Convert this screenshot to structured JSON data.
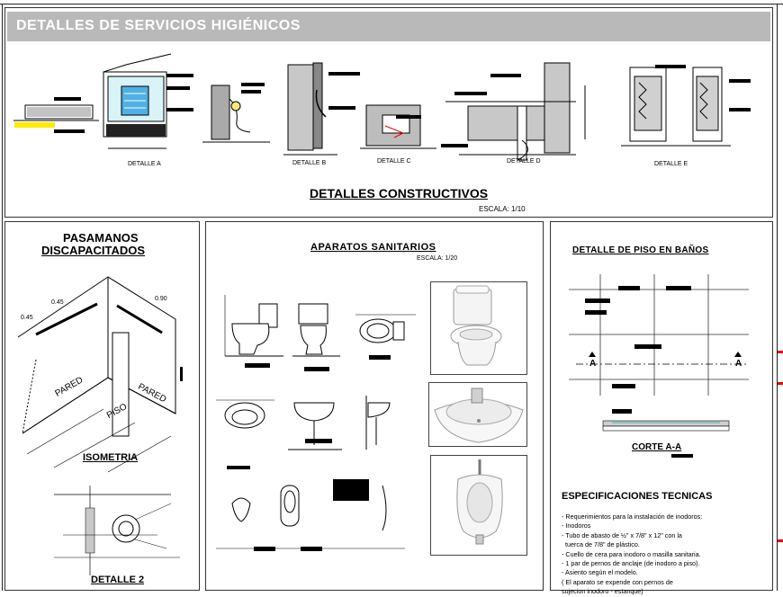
{
  "banner": {
    "title": "DETALLES DE SERVICIOS HIGIÉNICOS"
  },
  "top": {
    "title": "DETALLES CONSTRUCTIVOS",
    "scale": "ESCALA: 1/10",
    "labels": [
      "DETALLE A",
      "DETALLE B",
      "DETALLE C",
      "DETALLE D",
      "DETALLE E"
    ]
  },
  "pasamanos": {
    "title_line1": "PASAMANOS",
    "title_line2": "DISCAPACITADOS",
    "dim_a": "0.45",
    "dim_b": "0.45",
    "dim_c": "0.90",
    "wall_left": "PARED",
    "wall_right": "PARED",
    "floor": "PISO",
    "isometria": "ISOMETRIA",
    "detalle2": "DETALLE 2"
  },
  "aparatos": {
    "title": "APARATOS SANITARIOS",
    "scale": "ESCALA: 1/20"
  },
  "piso": {
    "title": "DETALLE DE PISO EN BAÑOS",
    "marker_left": "A",
    "marker_right": "A",
    "corte": "CORTE A-A"
  },
  "specs": {
    "title": "ESPECIFICACIONES TECNICAS",
    "items": [
      "- Requerimientos para la instalación de inodoros:",
      "- Inodoros",
      "- Tubo de abasto de ½\" x 7/8\" x 12\" con la",
      "  tuerca de 7/8\" de plástico.",
      "- Cuello de cera para inodoro o masilla sanitaria.",
      "- 1 par de pernos de anclaje (de inodoro a piso).",
      "- Asiento según el modelo.",
      "( El aparato se expende con pernos de",
      " sujecion inodoro - estanque)"
    ]
  }
}
